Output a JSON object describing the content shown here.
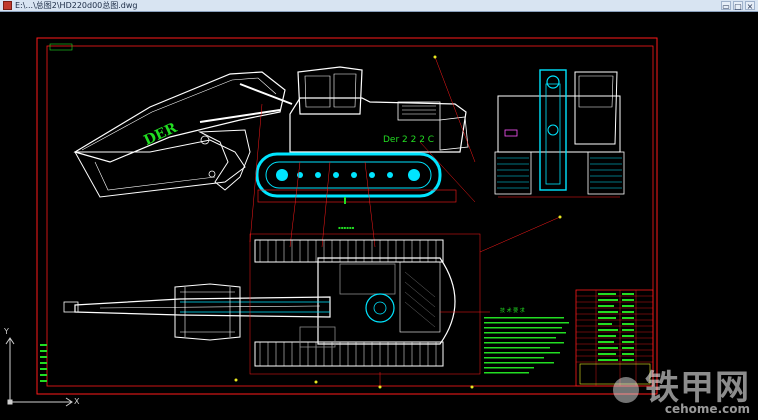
{
  "window": {
    "title": "E:\\...\\总图2\\HD220d00总图.dwg",
    "minimize_glyph": "▭",
    "maximize_glyph": "▢",
    "close_glyph": "×"
  },
  "drawing": {
    "brand_text": "DER",
    "model_text": "Der 2 2 2 C",
    "notes_title": "技 术 要 求"
  },
  "watermark": {
    "text_cn": "铁甲网",
    "text_url": "cehome.com"
  },
  "colors": {
    "background": "#000000",
    "frame": "#ff1a1a",
    "body": "#ffffff",
    "track": "#00e5ff",
    "green": "#22dd22",
    "yellow": "#e8e820",
    "gray": "#8a8a8a"
  }
}
